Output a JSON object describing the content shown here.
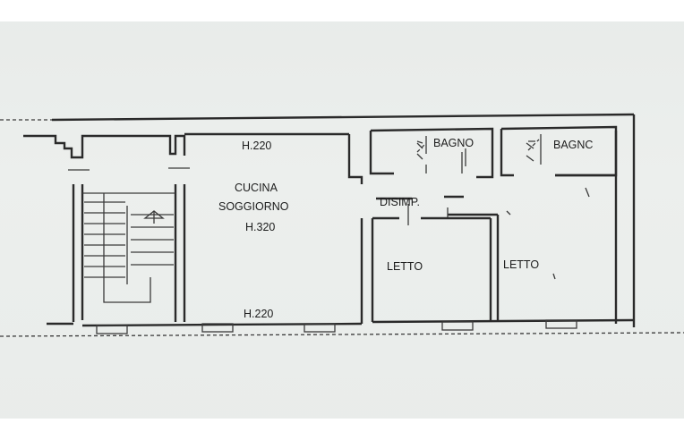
{
  "plan": {
    "labels": {
      "height_top": "H.220",
      "kitchen_1": "CUCINA",
      "kitchen_2": "SOGGIORNO",
      "kitchen_height": "H.320",
      "height_bottom": "H.220",
      "bath_1": "BAGNO",
      "bath_2": "BAGNC",
      "hall": "DISIMP.",
      "bed_1": "LETTO",
      "bed_2": "LETTO"
    },
    "colors": {
      "paper": "#eaedeb",
      "ink": "#2a2a2a"
    }
  }
}
